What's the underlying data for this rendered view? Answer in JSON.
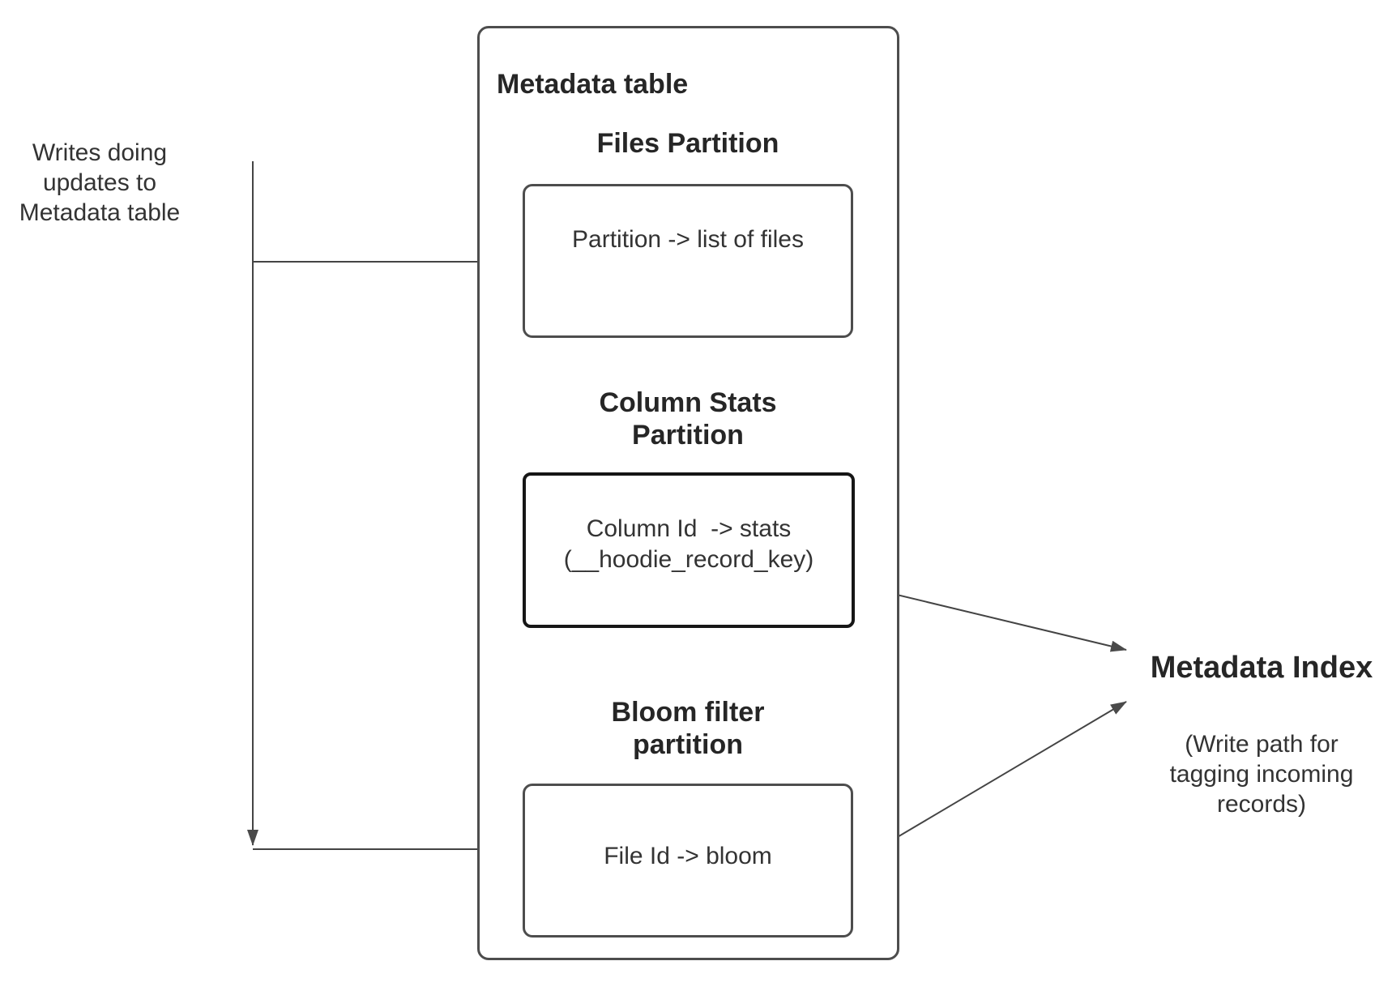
{
  "left_note": {
    "text": "Writes doing\nupdates to\nMetadata table"
  },
  "metadata_table": {
    "title": "Metadata table",
    "partitions": [
      {
        "label": "Files Partition",
        "box_text": "Partition -> list of files",
        "emphasized": false
      },
      {
        "label": "Column Stats\nPartition",
        "box_text": "Column Id  -> stats\n(__hoodie_record_key)",
        "emphasized": true
      },
      {
        "label": "Bloom filter\npartition",
        "box_text": "File Id -> bloom",
        "emphasized": false
      }
    ]
  },
  "metadata_index": {
    "title": "Metadata Index",
    "note": "(Write path for\ntagging incoming\nrecords)"
  },
  "colors": {
    "background": "#ffffff",
    "connector_line": "#444444",
    "arrowhead_fill": "#4a4a4a",
    "box_border": "#4d4d4d",
    "emphasis_box_border": "#161616",
    "text": "#333333",
    "heading_text": "#262626"
  }
}
